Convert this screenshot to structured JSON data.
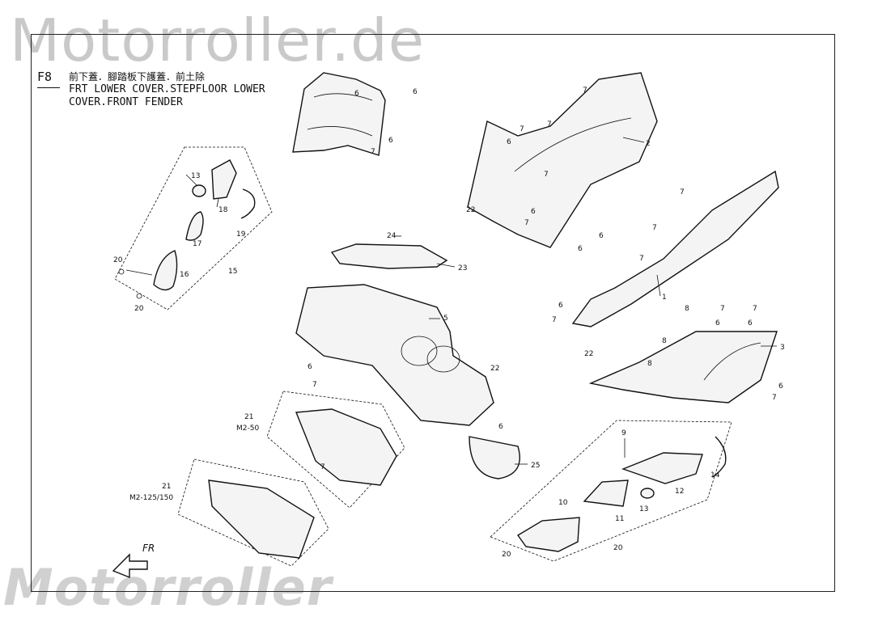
{
  "watermark": {
    "top": "Motorroller.de",
    "bottom": "Motorroller"
  },
  "figure": {
    "code": "F8",
    "title_cn": "前下蓋．腳踏板下護蓋．前土除",
    "title_en_line1": "FRT LOWER COVER.STEPFLOOR LOWER",
    "title_en_line2": "COVER.FRONT FENDER"
  },
  "direction_label": "FR",
  "callouts": {
    "c1": "1",
    "c2": "2",
    "c3": "3",
    "c5": "5",
    "c6": "6",
    "c7": "7",
    "c8": "8",
    "c9": "9",
    "c10": "10",
    "c11": "11",
    "c12": "12",
    "c13": "13",
    "c14": "14",
    "c15": "15",
    "c16": "16",
    "c17": "17",
    "c18": "18",
    "c19": "19",
    "c20": "20",
    "c21": "21",
    "c22": "22",
    "c23": "23",
    "c24": "24",
    "c25": "25",
    "variant_a": "M2-50",
    "variant_b": "M2-125/150"
  },
  "colors": {
    "line": "#111111",
    "watermark": "#c8c8c8",
    "background": "#ffffff"
  }
}
